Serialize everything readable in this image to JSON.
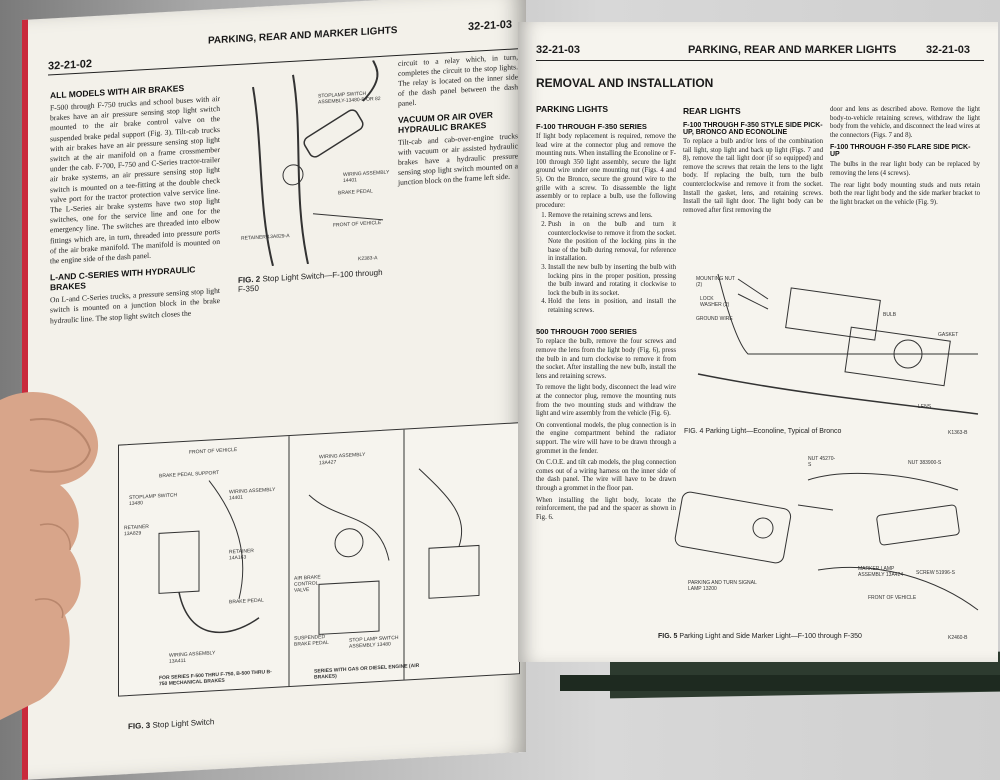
{
  "left_page": {
    "page_number_left": "32-21-02",
    "page_number_right": "32-21-03",
    "header_title": "PARKING, REAR AND MARKER LIGHTS",
    "section1_heading": "ALL MODELS WITH AIR BRAKES",
    "section1_text": "F-500 through F-750 trucks and school buses with air brakes have an air pressure sensing stop light switch mounted to the air brake control valve on the suspended brake pedal support (Fig. 3). Tilt-cab trucks with air brakes have an air pressure sensing stop light switch at the air manifold on a frame crossmember under the cab. F-700, F-750 and C-Series tractor-trailer air brake systems, an air pressure sensing stop light switch is mounted on a tee-fitting at the double check valve port for the tractor protection valve service line. The L-Series air brake systems have two stop light switches, one for the service line and one for the emergency line. The switches are threaded into elbow fittings which are, in turn, threaded into pressure ports of the air brake manifold. The manifold is mounted on the engine side of the dash panel.",
    "section2_heading": "L-AND C-SERIES WITH HYDRAULIC BRAKES",
    "section2_text": "On L-and C-Series trucks, a pressure sensing stop light switch is mounted on a junction block in the brake hydraulic line. The stop light switch closes the",
    "col2_text": "circuit to a relay which, in turn, completes the circuit to the stop lights. The relay is located on the inner side of the dash panel between the dash panel.",
    "section3_heading": "VACUUM OR AIR OVER HYDRAULIC BRAKES",
    "section3_text": "Tilt-cab and cab-over-engine trucks with vacuum or air assisted hydraulic brakes have a hydraulic pressure sensing stop light switch mounted on a junction block on the frame left side.",
    "fig2_labels": {
      "stoplamp_switch": "STOPLAMP SWITCH ASSEMBLY-13480-B OR 82",
      "wiring": "WIRING ASSEMBLY 14401",
      "brake_pedal": "BRAKE PEDAL",
      "retainer": "RETAINER 13A829-A",
      "front": "FRONT OF VEHICLE",
      "code": "K2383-A"
    },
    "fig2_caption_num": "FIG. 2",
    "fig2_caption": "Stop Light Switch—F-100 through F-350",
    "fig3_labels": {
      "front": "FRONT OF VEHICLE",
      "support": "BRAKE PEDAL SUPPORT",
      "switch": "STOPLAMP SWITCH 13480",
      "wiring": "WIRING ASSEMBLY 14401",
      "retainer": "RETAINER 13A829",
      "retainer2": "RETAINER 14A163",
      "pedal": "BRAKE PEDAL",
      "wiring2": "WIRING ASSEMBLY 13A411",
      "wiring3": "WIRING ASSEMBLY 13A427",
      "valve": "AIR BRAKE CONTROL VALVE",
      "susp": "SUSPENDED BRAKE PEDAL",
      "switch2": "STOP LAMP SWITCH ASSEMBLY 13480",
      "for_series": "FOR SERIES F-500 THRU F-750, B-500 THRU B-750 MECHANICAL BRAKES",
      "gas_diesel": "SERIES WITH GAS OR DIESEL ENGINE (AIR BRAKES)"
    },
    "fig3_caption_num": "FIG. 3",
    "fig3_caption": "Stop Light Switch"
  },
  "right_page": {
    "page_number_left": "32-21-03",
    "page_number_right": "32-21-03",
    "header_title": "PARKING, REAR AND MARKER LIGHTS",
    "main_heading": "REMOVAL AND INSTALLATION",
    "parking_heading": "PARKING LIGHTS",
    "f100_heading": "F-100 THROUGH F-350 SERIES",
    "f100_text": "If light body replacement is required, remove the lead wire at the connector plug and remove the mounting nuts. When installing the Econoline or F-100 through 350 light assembly, secure the light ground wire under one mounting nut (Figs. 4 and 5). On the Bronco, secure the ground wire to the grille with a screw. To disassemble the light assembly or to replace a bulb, use the following procedure:",
    "steps": [
      "Remove the retaining screws and lens.",
      "Push in on the bulb and turn it counterclockwise to remove it from the socket. Note the position of the locking pins in the base of the bulb during removal, for reference in installation.",
      "Install the new bulb by inserting the bulb with locking pins in the proper position, pressing the bulb inward and rotating it clockwise to lock the bulb in its socket.",
      "Hold the lens in position, and install the retaining screws."
    ],
    "s500_heading": "500 THROUGH 7000 SERIES",
    "s500_text1": "To replace the bulb, remove the four screws and remove the lens from the light body (Fig. 6), press the bulb in and turn clockwise to remove it from the socket. After installing the new bulb, install the lens and retaining screws.",
    "s500_text2": "To remove the light body, disconnect the lead wire at the connector plug, remove the mounting nuts from the two mounting studs and withdraw the light and wire assembly from the vehicle (Fig. 6).",
    "s500_text3": "On conventional models, the plug connection is in the engine compartment behind the radiator support. The wire will have to be drawn through a grommet in the fender.",
    "s500_text4": "On C.O.E. and tilt cab models, the plug connection comes out of a wiring harness on the inner side of the dash panel. The wire will have to be drawn through a grommet in the floor pan.",
    "s500_text5": "When installing the light body, locate the reinforcement, the pad and the spacer as shown in Fig. 6.",
    "rear_heading": "REAR LIGHTS",
    "rear_sub": "F-100 THROUGH F-350 STYLE SIDE PICK-UP, BRONCO AND ECONOLINE",
    "rear_text": "To replace a bulb and/or lens of the combination tail light, stop light and back up light (Figs. 7 and 8), remove the tail light door (if so equipped) and remove the screws that retain the lens to the light body. If replacing the bulb, turn the bulb counterclockwise and remove it from the socket. Install the gasket, lens, and retaining screws. Install the tail light door. The light body can be removed after first removing the",
    "col3_text": "door and lens as described above. Remove the light body-to-vehicle retaining screws, withdraw the light body from the vehicle, and disconnect the lead wires at the connectors (Figs. 7 and 8).",
    "flare_heading": "F-100 THROUGH F-350 FLARE SIDE PICK-UP",
    "flare_text1": "The bulbs in the rear light body can be replaced by removing the lens (4 screws).",
    "flare_text2": "The rear light body mounting studs and nuts retain both the rear light body and the side marker bracket to the light bracket on the vehicle (Fig. 9).",
    "fig4_labels": {
      "nut": "MOUNTING NUT (2)",
      "washer": "LOCK WASHER (2)",
      "ground": "GROUND WIRE",
      "bulb": "BULB",
      "gasket": "GASKET",
      "lens": "LENS",
      "code": "K1363-B"
    },
    "fig4_caption": "FIG. 4 Parking Light—Econoline, Typical of Bronco",
    "fig5_labels": {
      "nut": "NUT 45270-S",
      "nut2": "NUT 383900-S",
      "parking": "PARKING AND TURN SIGNAL LAMP 13200",
      "marker": "MARKER LAMP ASSEMBLY 13A424",
      "screw": "SCREW 51996-S",
      "front": "FRONT OF VEHICLE",
      "code": "K2460-B"
    },
    "fig5_caption_num": "FIG. 5",
    "fig5_caption": "Parking Light and Side Marker Light—F-100 through F-350"
  },
  "colors": {
    "page": "#f6f4ee",
    "ink": "#222222",
    "binding": "#c92a3c"
  }
}
